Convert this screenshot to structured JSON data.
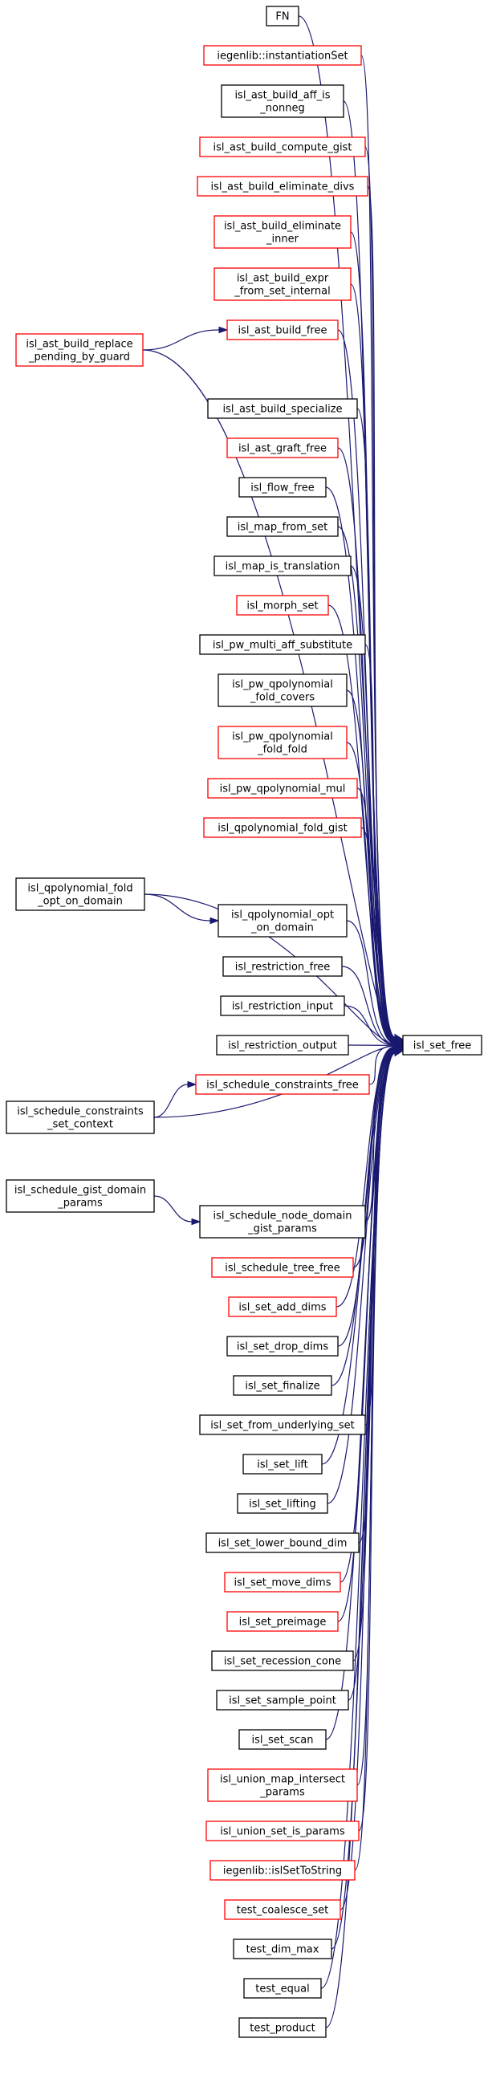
{
  "diagram": {
    "colors": {
      "edge": "#191970",
      "border_link": "#ff0000",
      "border_plain": "#000000",
      "target_fill": "#bfbfbf",
      "background": "#ffffff"
    },
    "target": {
      "id": "isl_set_free",
      "lines": [
        "isl_set_free"
      ],
      "style": "target"
    },
    "nodes": [
      {
        "id": "FN",
        "lines": [
          "FN"
        ],
        "style": "plain"
      },
      {
        "id": "iegenlib_instantiationSet",
        "lines": [
          "iegenlib::instantiationSet"
        ],
        "style": "link"
      },
      {
        "id": "isl_ast_build_aff_is_nonneg",
        "lines": [
          "isl_ast_build_aff_is",
          "_nonneg"
        ],
        "style": "plain"
      },
      {
        "id": "isl_ast_build_compute_gist",
        "lines": [
          "isl_ast_build_compute_gist"
        ],
        "style": "link"
      },
      {
        "id": "isl_ast_build_eliminate_divs",
        "lines": [
          "isl_ast_build_eliminate_divs"
        ],
        "style": "link"
      },
      {
        "id": "isl_ast_build_eliminate_inner",
        "lines": [
          "isl_ast_build_eliminate",
          "_inner"
        ],
        "style": "link"
      },
      {
        "id": "isl_ast_build_expr_from_set_internal",
        "lines": [
          "isl_ast_build_expr",
          "_from_set_internal"
        ],
        "style": "link"
      },
      {
        "id": "isl_ast_build_free",
        "lines": [
          "isl_ast_build_free"
        ],
        "style": "link"
      },
      {
        "id": "isl_ast_build_replace_pending_by_guard",
        "lines": [
          "isl_ast_build_replace",
          "_pending_by_guard"
        ],
        "style": "link"
      },
      {
        "id": "isl_ast_build_specialize",
        "lines": [
          "isl_ast_build_specialize"
        ],
        "style": "plain"
      },
      {
        "id": "isl_ast_graft_free",
        "lines": [
          "isl_ast_graft_free"
        ],
        "style": "link"
      },
      {
        "id": "isl_flow_free",
        "lines": [
          "isl_flow_free"
        ],
        "style": "plain"
      },
      {
        "id": "isl_map_from_set",
        "lines": [
          "isl_map_from_set"
        ],
        "style": "plain"
      },
      {
        "id": "isl_map_is_translation",
        "lines": [
          "isl_map_is_translation"
        ],
        "style": "plain"
      },
      {
        "id": "isl_morph_set",
        "lines": [
          "isl_morph_set"
        ],
        "style": "link"
      },
      {
        "id": "isl_pw_multi_aff_substitute",
        "lines": [
          "isl_pw_multi_aff_substitute"
        ],
        "style": "plain"
      },
      {
        "id": "isl_pw_qpolynomial_fold_covers",
        "lines": [
          "isl_pw_qpolynomial",
          "_fold_covers"
        ],
        "style": "plain"
      },
      {
        "id": "isl_pw_qpolynomial_fold_fold",
        "lines": [
          "isl_pw_qpolynomial",
          "_fold_fold"
        ],
        "style": "link"
      },
      {
        "id": "isl_pw_qpolynomial_mul",
        "lines": [
          "isl_pw_qpolynomial_mul"
        ],
        "style": "link"
      },
      {
        "id": "isl_qpolynomial_fold_gist",
        "lines": [
          "isl_qpolynomial_fold_gist"
        ],
        "style": "link"
      },
      {
        "id": "isl_qpolynomial_fold_opt_on_domain",
        "lines": [
          "isl_qpolynomial_fold",
          "_opt_on_domain"
        ],
        "style": "plain"
      },
      {
        "id": "isl_qpolynomial_opt_on_domain",
        "lines": [
          "isl_qpolynomial_opt",
          "_on_domain"
        ],
        "style": "plain"
      },
      {
        "id": "isl_restriction_free",
        "lines": [
          "isl_restriction_free"
        ],
        "style": "plain"
      },
      {
        "id": "isl_restriction_input",
        "lines": [
          "isl_restriction_input"
        ],
        "style": "plain"
      },
      {
        "id": "isl_restriction_output",
        "lines": [
          "isl_restriction_output"
        ],
        "style": "plain"
      },
      {
        "id": "isl_schedule_constraints_free",
        "lines": [
          "isl_schedule_constraints_free"
        ],
        "style": "link"
      },
      {
        "id": "isl_schedule_constraints_set_context",
        "lines": [
          "isl_schedule_constraints",
          "_set_context"
        ],
        "style": "plain"
      },
      {
        "id": "isl_schedule_gist_domain_params",
        "lines": [
          "isl_schedule_gist_domain",
          "_params"
        ],
        "style": "plain"
      },
      {
        "id": "isl_schedule_node_domain_gist_params",
        "lines": [
          "isl_schedule_node_domain",
          "_gist_params"
        ],
        "style": "plain"
      },
      {
        "id": "isl_schedule_tree_free",
        "lines": [
          "isl_schedule_tree_free"
        ],
        "style": "link"
      },
      {
        "id": "isl_set_add_dims",
        "lines": [
          "isl_set_add_dims"
        ],
        "style": "link"
      },
      {
        "id": "isl_set_drop_dims",
        "lines": [
          "isl_set_drop_dims"
        ],
        "style": "plain"
      },
      {
        "id": "isl_set_finalize",
        "lines": [
          "isl_set_finalize"
        ],
        "style": "plain"
      },
      {
        "id": "isl_set_from_underlying_set",
        "lines": [
          "isl_set_from_underlying_set"
        ],
        "style": "plain"
      },
      {
        "id": "isl_set_lift",
        "lines": [
          "isl_set_lift"
        ],
        "style": "plain"
      },
      {
        "id": "isl_set_lifting",
        "lines": [
          "isl_set_lifting"
        ],
        "style": "plain"
      },
      {
        "id": "isl_set_lower_bound_dim",
        "lines": [
          "isl_set_lower_bound_dim"
        ],
        "style": "plain"
      },
      {
        "id": "isl_set_move_dims",
        "lines": [
          "isl_set_move_dims"
        ],
        "style": "link"
      },
      {
        "id": "isl_set_preimage",
        "lines": [
          "isl_set_preimage"
        ],
        "style": "link"
      },
      {
        "id": "isl_set_recession_cone",
        "lines": [
          "isl_set_recession_cone"
        ],
        "style": "plain"
      },
      {
        "id": "isl_set_sample_point",
        "lines": [
          "isl_set_sample_point"
        ],
        "style": "plain"
      },
      {
        "id": "isl_set_scan",
        "lines": [
          "isl_set_scan"
        ],
        "style": "plain"
      },
      {
        "id": "isl_union_map_intersect_params",
        "lines": [
          "isl_union_map_intersect",
          "_params"
        ],
        "style": "link"
      },
      {
        "id": "isl_union_set_is_params",
        "lines": [
          "isl_union_set_is_params"
        ],
        "style": "link"
      },
      {
        "id": "iegenlib_islSetToString",
        "lines": [
          "iegenlib::islSetToString"
        ],
        "style": "link"
      },
      {
        "id": "test_coalesce_set",
        "lines": [
          "test_coalesce_set"
        ],
        "style": "link"
      },
      {
        "id": "test_dim_max",
        "lines": [
          "test_dim_max"
        ],
        "style": "plain"
      },
      {
        "id": "test_equal",
        "lines": [
          "test_equal"
        ],
        "style": "plain"
      },
      {
        "id": "test_product",
        "lines": [
          "test_product"
        ],
        "style": "plain"
      }
    ],
    "edges": [
      [
        "FN",
        "isl_set_free"
      ],
      [
        "iegenlib_instantiationSet",
        "isl_set_free"
      ],
      [
        "isl_ast_build_aff_is_nonneg",
        "isl_set_free"
      ],
      [
        "isl_ast_build_compute_gist",
        "isl_set_free"
      ],
      [
        "isl_ast_build_eliminate_divs",
        "isl_set_free"
      ],
      [
        "isl_ast_build_eliminate_inner",
        "isl_set_free"
      ],
      [
        "isl_ast_build_expr_from_set_internal",
        "isl_set_free"
      ],
      [
        "isl_ast_build_free",
        "isl_set_free"
      ],
      [
        "isl_ast_build_replace_pending_by_guard",
        "isl_ast_build_free"
      ],
      [
        "isl_ast_build_replace_pending_by_guard",
        "isl_set_free"
      ],
      [
        "isl_ast_build_specialize",
        "isl_set_free"
      ],
      [
        "isl_ast_graft_free",
        "isl_set_free"
      ],
      [
        "isl_flow_free",
        "isl_set_free"
      ],
      [
        "isl_map_from_set",
        "isl_set_free"
      ],
      [
        "isl_map_is_translation",
        "isl_set_free"
      ],
      [
        "isl_morph_set",
        "isl_set_free"
      ],
      [
        "isl_pw_multi_aff_substitute",
        "isl_set_free"
      ],
      [
        "isl_pw_qpolynomial_fold_covers",
        "isl_set_free"
      ],
      [
        "isl_pw_qpolynomial_fold_fold",
        "isl_set_free"
      ],
      [
        "isl_pw_qpolynomial_mul",
        "isl_set_free"
      ],
      [
        "isl_qpolynomial_fold_gist",
        "isl_set_free"
      ],
      [
        "isl_qpolynomial_fold_opt_on_domain",
        "isl_set_free"
      ],
      [
        "isl_qpolynomial_fold_opt_on_domain",
        "isl_qpolynomial_opt_on_domain"
      ],
      [
        "isl_qpolynomial_opt_on_domain",
        "isl_set_free"
      ],
      [
        "isl_restriction_free",
        "isl_set_free"
      ],
      [
        "isl_restriction_input",
        "isl_set_free"
      ],
      [
        "isl_restriction_output",
        "isl_set_free"
      ],
      [
        "isl_schedule_constraints_free",
        "isl_set_free"
      ],
      [
        "isl_schedule_constraints_set_context",
        "isl_schedule_constraints_free"
      ],
      [
        "isl_schedule_constraints_set_context",
        "isl_set_free"
      ],
      [
        "isl_schedule_gist_domain_params",
        "isl_schedule_node_domain_gist_params"
      ],
      [
        "isl_schedule_node_domain_gist_params",
        "isl_set_free"
      ],
      [
        "isl_schedule_tree_free",
        "isl_set_free"
      ],
      [
        "isl_set_add_dims",
        "isl_set_free"
      ],
      [
        "isl_set_drop_dims",
        "isl_set_free"
      ],
      [
        "isl_set_finalize",
        "isl_set_free"
      ],
      [
        "isl_set_from_underlying_set",
        "isl_set_free"
      ],
      [
        "isl_set_lift",
        "isl_set_free"
      ],
      [
        "isl_set_lifting",
        "isl_set_free"
      ],
      [
        "isl_set_lower_bound_dim",
        "isl_set_free"
      ],
      [
        "isl_set_move_dims",
        "isl_set_free"
      ],
      [
        "isl_set_preimage",
        "isl_set_free"
      ],
      [
        "isl_set_recession_cone",
        "isl_set_free"
      ],
      [
        "isl_set_sample_point",
        "isl_set_free"
      ],
      [
        "isl_set_scan",
        "isl_set_free"
      ],
      [
        "isl_union_map_intersect_params",
        "isl_set_free"
      ],
      [
        "isl_union_set_is_params",
        "isl_set_free"
      ],
      [
        "iegenlib_islSetToString",
        "isl_set_free"
      ],
      [
        "test_coalesce_set",
        "isl_set_free"
      ],
      [
        "test_dim_max",
        "isl_set_free"
      ],
      [
        "test_equal",
        "isl_set_free"
      ],
      [
        "test_product",
        "isl_set_free"
      ]
    ]
  }
}
